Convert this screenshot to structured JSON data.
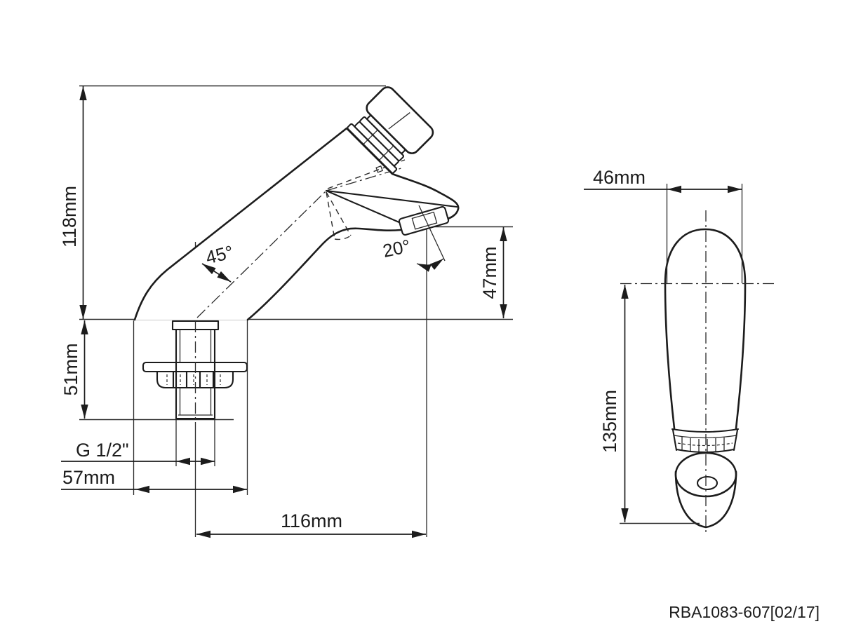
{
  "drawing": {
    "part_number": "RBA1083-607[02/17]",
    "front_view": {
      "height_above_deck": "118mm",
      "shank_length": "51mm",
      "thread_size": "G 1/2\"",
      "base_width": "57mm",
      "spout_reach": "116mm",
      "outlet_height": "47mm",
      "body_angle": "45°",
      "outlet_angle": "20°"
    },
    "side_view": {
      "body_width": "46mm",
      "overall_height": "135mm"
    }
  }
}
